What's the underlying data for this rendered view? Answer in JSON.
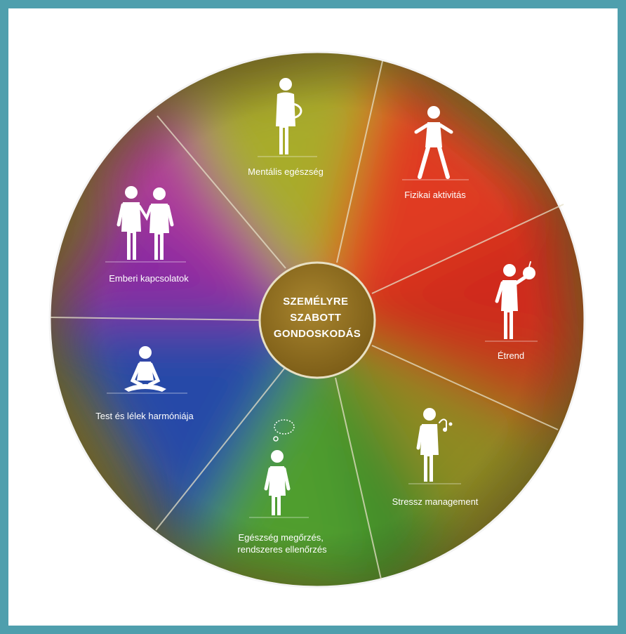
{
  "center": {
    "lines": [
      "SZEMÉLYRE",
      "SZABOTT",
      "GONDOSKODÁS"
    ]
  },
  "segments": [
    {
      "key": "mental",
      "lines": [
        "Mentális egészség"
      ],
      "color": "#9aa62a",
      "icon": "person-with-pillow-icon"
    },
    {
      "key": "physical",
      "lines": [
        "Fizikai aktivitás"
      ],
      "color": "#d83a22",
      "icon": "person-stretching-icon"
    },
    {
      "key": "diet",
      "lines": [
        "Étrend"
      ],
      "color": "#c2281f",
      "icon": "person-with-apple-icon"
    },
    {
      "key": "stress",
      "lines": [
        "Stressz management"
      ],
      "color": "#8a8a22",
      "icon": "person-with-music-icon"
    },
    {
      "key": "health",
      "lines": [
        "Egészség megőrzés,",
        "rendszeres ellenőrzés"
      ],
      "color": "#4c9a2e",
      "icon": "person-with-thought-bubble-icon"
    },
    {
      "key": "harmony",
      "lines": [
        "Test és lélek harmóniája"
      ],
      "color": "#2a4aa6",
      "icon": "meditating-person-icon"
    },
    {
      "key": "relations",
      "lines": [
        "Emberi kapcsolatok"
      ],
      "color": "#8a2a9e",
      "icon": "two-people-holding-hands-icon"
    }
  ],
  "colors": {
    "frame": "#4f9fad",
    "center_fill": "#8f6e1e",
    "divider": "#e6e0c8"
  }
}
